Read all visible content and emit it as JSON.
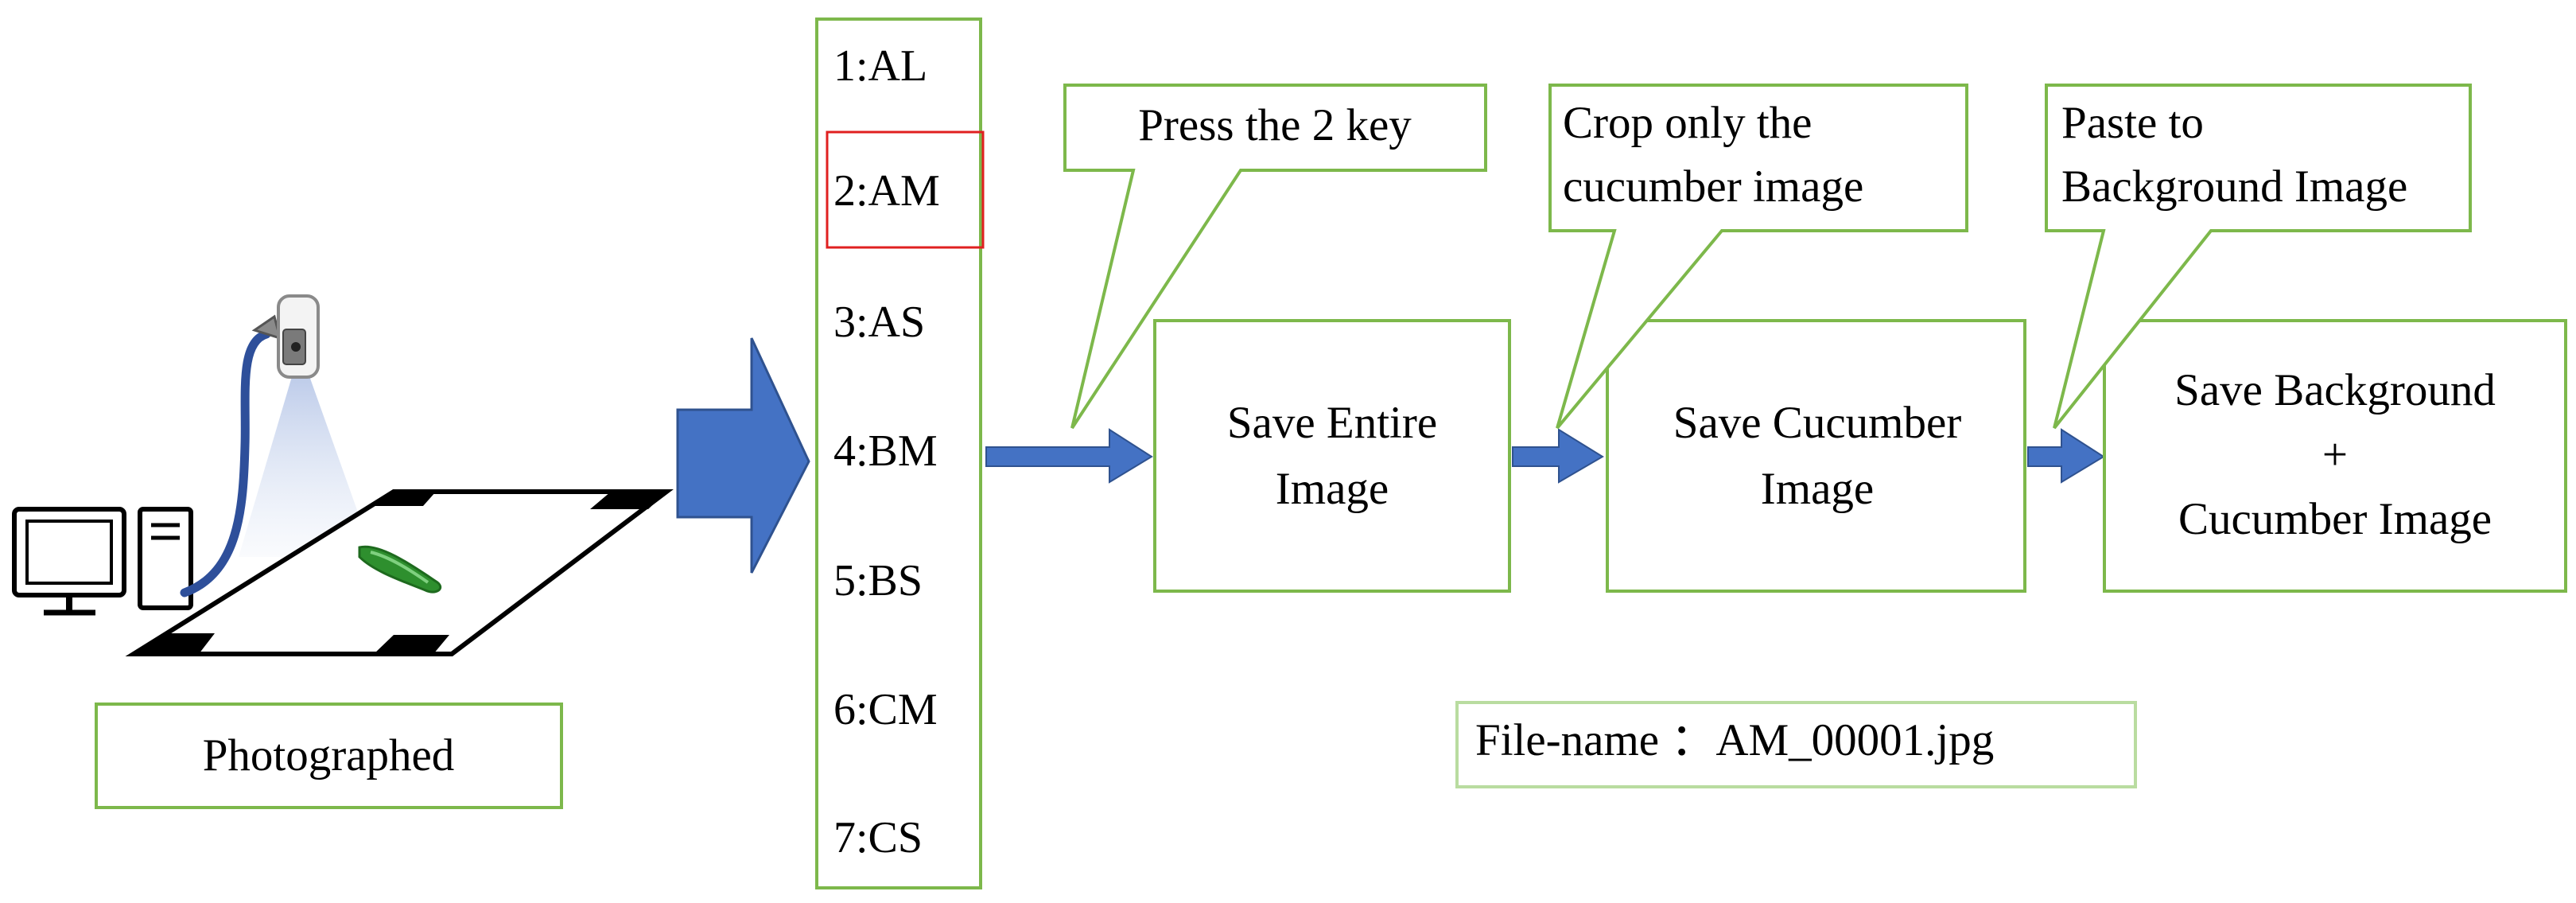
{
  "colors": {
    "box_border": "#7db84b",
    "highlight_border": "#e02020",
    "arrow_fill": "#4472c4",
    "arrow_stroke": "#2f528f",
    "text": "#000000"
  },
  "setup": {
    "icons": [
      "computer-monitor-icon",
      "pc-tower-icon",
      "camera-on-stand-icon",
      "cucumber-icon"
    ],
    "label": "Photographed"
  },
  "categories": {
    "items": [
      "1:AL",
      "2:AM",
      "3:AS",
      "4:BM",
      "5:BS",
      "6:CM",
      "7:CS"
    ],
    "selected": "2:AM"
  },
  "steps": [
    {
      "lines": [
        "Save Entire",
        "Image"
      ]
    },
    {
      "lines": [
        "Save Cucumber",
        "Image"
      ]
    },
    {
      "lines": [
        "Save Background",
        "+",
        "Cucumber Image"
      ]
    }
  ],
  "callouts": [
    {
      "lines": [
        "Press the 2 key"
      ]
    },
    {
      "lines": [
        "Crop only the",
        "cucumber image"
      ]
    },
    {
      "lines": [
        "Paste to",
        "Background Image"
      ]
    }
  ],
  "filename": "File-name ：AM_00001.jpg"
}
